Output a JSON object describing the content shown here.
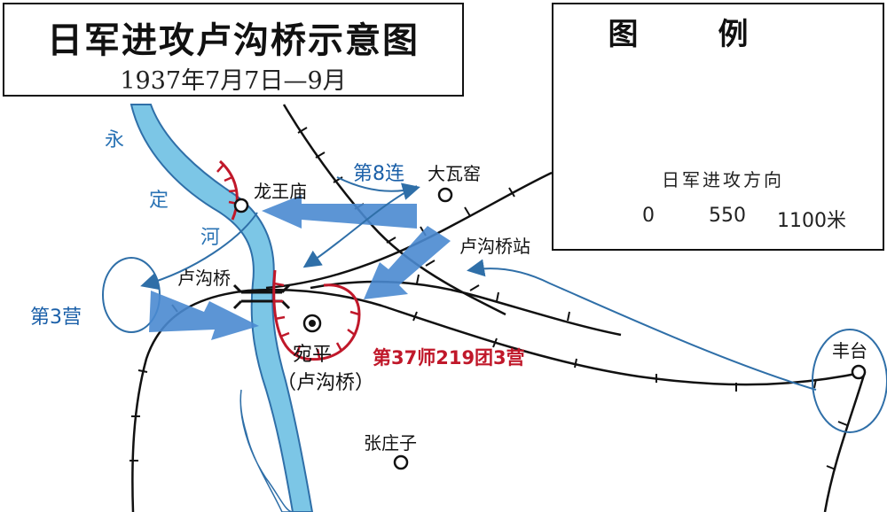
{
  "title": {
    "main": "日军进攻卢沟桥示意图",
    "date": "1937年7月7日—9月"
  },
  "legend": {
    "title": "图例",
    "attack_label": "日军进攻方向",
    "scale": [
      "0",
      "550",
      "1100米"
    ]
  },
  "places": {
    "longwangmiao": "龙王庙",
    "dawayao": "大瓦窑",
    "lugouqiao": "卢沟桥",
    "lugouqiao_station": "卢沟桥站",
    "wanping": "宛平",
    "wanping_note": "（卢沟桥）",
    "zhangzhuangzi": "张庄子",
    "fengtai": "丰台"
  },
  "units": {
    "company8": "第8连",
    "battalion3": "第3营",
    "chinese_unit": "第37师219团3营"
  },
  "river": [
    "永",
    "定",
    "河"
  ],
  "colors": {
    "river": "#7cc6e6",
    "river_outline": "#2f6fa8",
    "arrow": "#4a8ad0",
    "defense": "#c0182a",
    "rail": "#111111"
  }
}
